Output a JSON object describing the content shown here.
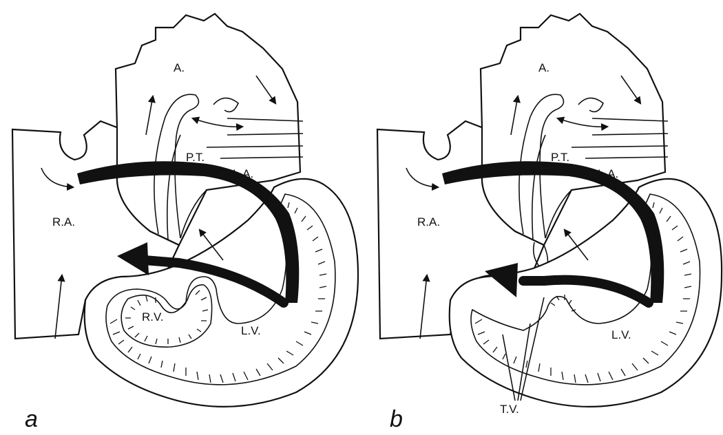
{
  "panels": [
    {
      "letter": "a",
      "labels": {
        "aorta": "A.",
        "pulmonary_trunk": "P.T.",
        "left_atrium": "L.A.",
        "right_atrium": "R.A.",
        "right_ventricle": "R.V.",
        "left_ventricle": "L.V."
      }
    },
    {
      "letter": "b",
      "labels": {
        "aorta": "A.",
        "pulmonary_trunk": "P.T.",
        "left_atrium": "L.A.",
        "right_atrium": "R.A.",
        "left_ventricle": "L.V.",
        "tricuspid_valve": "T.V."
      }
    }
  ]
}
